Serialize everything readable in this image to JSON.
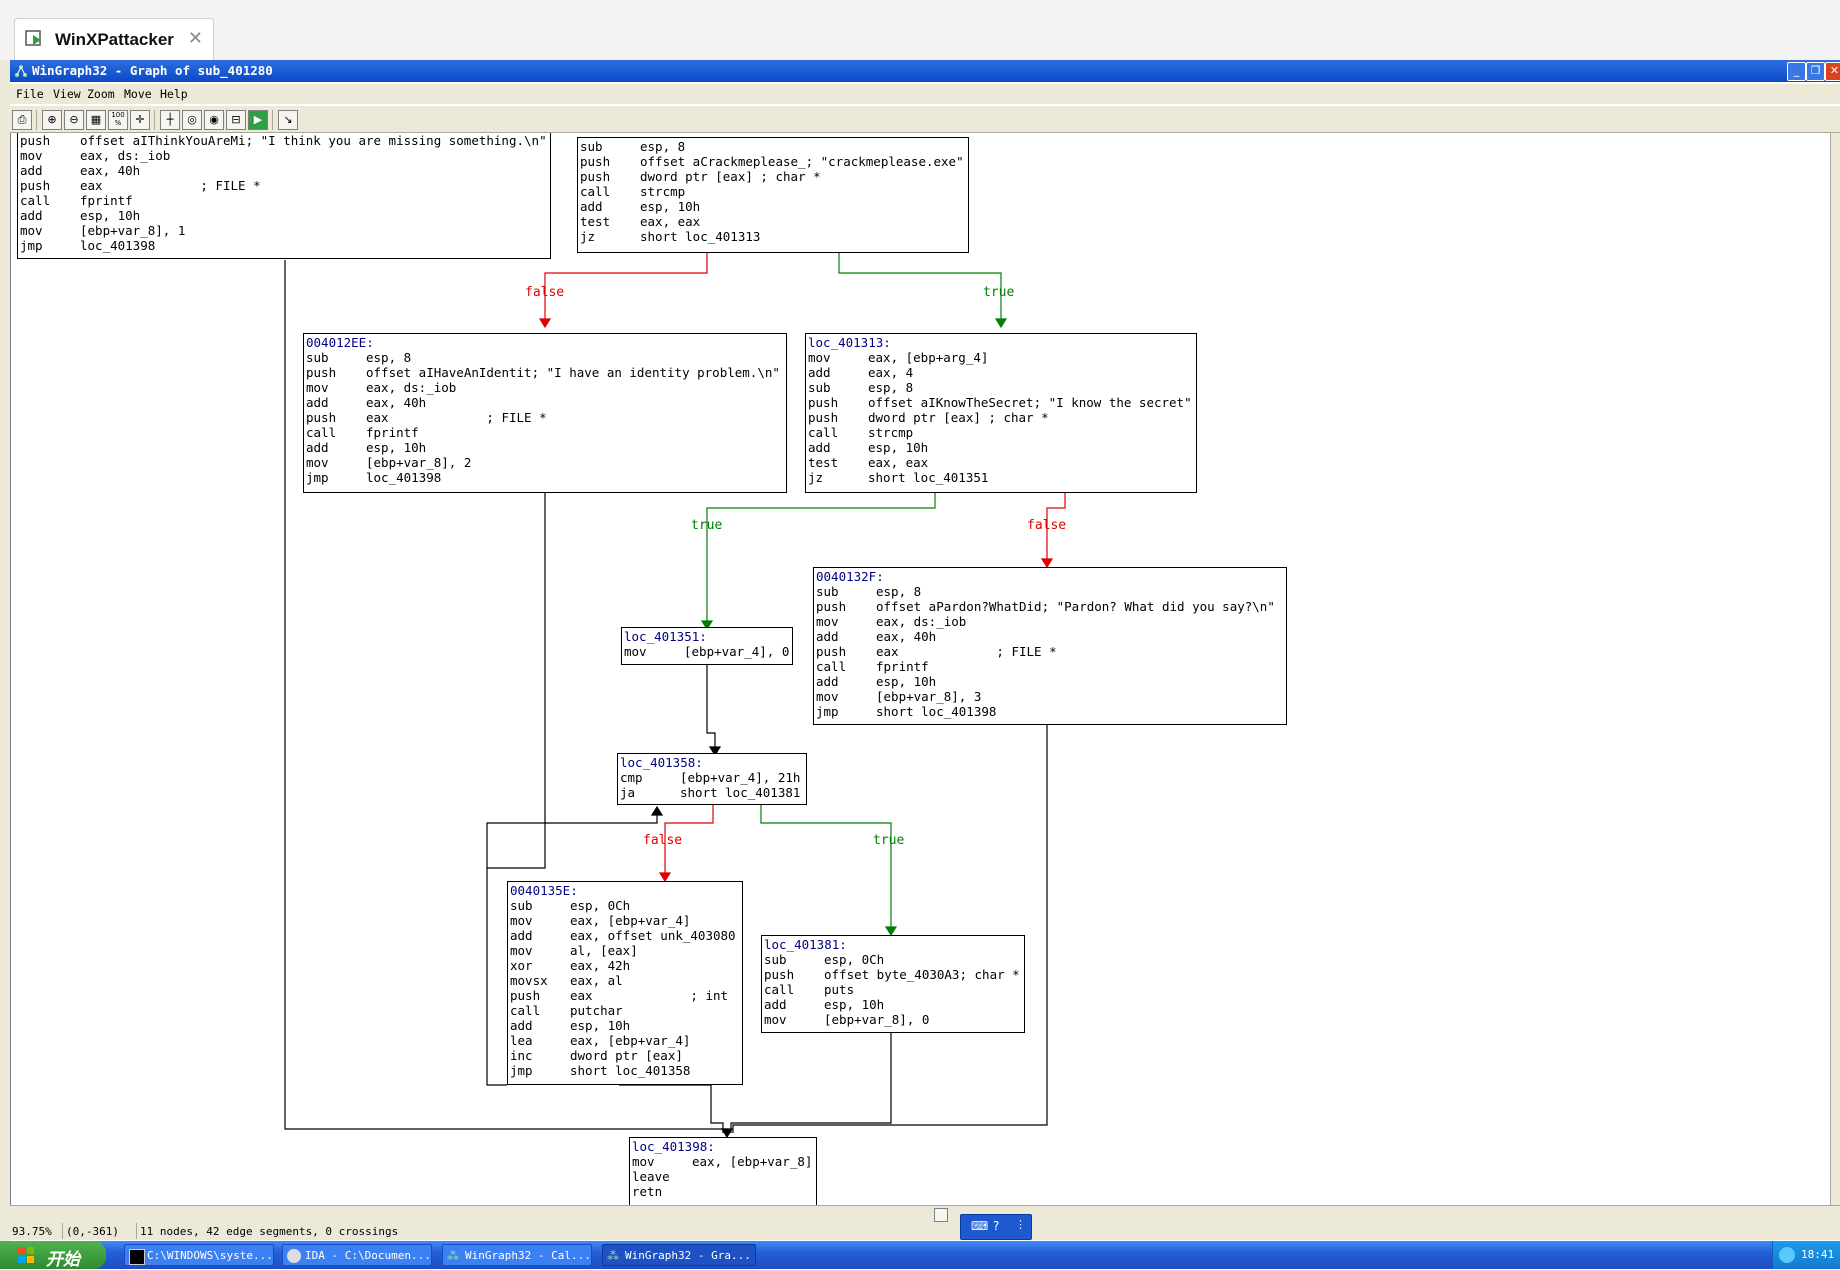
{
  "host": {
    "tab_title": "WinXPattacker",
    "tab_close": "✕"
  },
  "window": {
    "title": "WinGraph32 - Graph of sub_401280"
  },
  "menu": [
    "File",
    "View",
    "Zoom",
    "Move",
    "Help"
  ],
  "toolbar": {
    "zoom_100": "100",
    "zoom_pct": "%"
  },
  "colors": {
    "true_edge": "#008000",
    "false_edge": "#ff0000",
    "label": "#000080",
    "titlebar": "#0a48c8"
  },
  "nodes": [
    {
      "id": "n_topleft",
      "label": "",
      "lines": [
        [
          "push",
          "offset aIThinkYouAreMi; \"I think you are missing something.\\n\""
        ],
        [
          "mov",
          "eax, ds:_iob"
        ],
        [
          "add",
          "eax, 40h"
        ],
        [
          "push",
          "eax             ; FILE *"
        ],
        [
          "call",
          "fprintf"
        ],
        [
          "add",
          "esp, 10h"
        ],
        [
          "mov",
          "[ebp+var_8], 1"
        ],
        [
          "jmp",
          "loc_401398"
        ]
      ]
    },
    {
      "id": "n_top",
      "label": "",
      "lines": [
        [
          "sub",
          "esp, 8"
        ],
        [
          "push",
          "offset aCrackmeplease_; \"crackmeplease.exe\""
        ],
        [
          "push",
          "dword ptr [eax] ; char *"
        ],
        [
          "call",
          "strcmp"
        ],
        [
          "add",
          "esp, 10h"
        ],
        [
          "test",
          "eax, eax"
        ],
        [
          "jz",
          "short loc_401313"
        ]
      ]
    },
    {
      "id": "n_4012ee",
      "label": "004012EE:",
      "lines": [
        [
          "sub",
          "esp, 8"
        ],
        [
          "push",
          "offset aIHaveAnIdentit; \"I have an identity problem.\\n\""
        ],
        [
          "mov",
          "eax, ds:_iob"
        ],
        [
          "add",
          "eax, 40h"
        ],
        [
          "push",
          "eax             ; FILE *"
        ],
        [
          "call",
          "fprintf"
        ],
        [
          "add",
          "esp, 10h"
        ],
        [
          "mov",
          "[ebp+var_8], 2"
        ],
        [
          "jmp",
          "loc_401398"
        ]
      ]
    },
    {
      "id": "n_401313",
      "label": "loc_401313:",
      "lines": [
        [
          "mov",
          "eax, [ebp+arg_4]"
        ],
        [
          "add",
          "eax, 4"
        ],
        [
          "sub",
          "esp, 8"
        ],
        [
          "push",
          "offset aIKnowTheSecret; \"I know the secret\""
        ],
        [
          "push",
          "dword ptr [eax] ; char *"
        ],
        [
          "call",
          "strcmp"
        ],
        [
          "add",
          "esp, 10h"
        ],
        [
          "test",
          "eax, eax"
        ],
        [
          "jz",
          "short loc_401351"
        ]
      ]
    },
    {
      "id": "n_40132f",
      "label": "0040132F:",
      "lines": [
        [
          "sub",
          "esp, 8"
        ],
        [
          "push",
          "offset aPardon?WhatDid; \"Pardon? What did you say?\\n\""
        ],
        [
          "mov",
          "eax, ds:_iob"
        ],
        [
          "add",
          "eax, 40h"
        ],
        [
          "push",
          "eax             ; FILE *"
        ],
        [
          "call",
          "fprintf"
        ],
        [
          "add",
          "esp, 10h"
        ],
        [
          "mov",
          "[ebp+var_8], 3"
        ],
        [
          "jmp",
          "short loc_401398"
        ]
      ]
    },
    {
      "id": "n_401351",
      "label": "loc_401351:",
      "lines": [
        [
          "mov",
          "[ebp+var_4], 0"
        ]
      ]
    },
    {
      "id": "n_401358",
      "label": "loc_401358:",
      "lines": [
        [
          "cmp",
          "[ebp+var_4], 21h"
        ],
        [
          "ja",
          "short loc_401381"
        ]
      ]
    },
    {
      "id": "n_40135e",
      "label": "0040135E:",
      "lines": [
        [
          "sub",
          "esp, 0Ch"
        ],
        [
          "mov",
          "eax, [ebp+var_4]"
        ],
        [
          "add",
          "eax, offset unk_403080"
        ],
        [
          "mov",
          "al, [eax]"
        ],
        [
          "xor",
          "eax, 42h"
        ],
        [
          "movsx",
          "eax, al"
        ],
        [
          "push",
          "eax             ; int"
        ],
        [
          "call",
          "putchar"
        ],
        [
          "add",
          "esp, 10h"
        ],
        [
          "lea",
          "eax, [ebp+var_4]"
        ],
        [
          "inc",
          "dword ptr [eax]"
        ],
        [
          "jmp",
          "short loc_401358"
        ]
      ]
    },
    {
      "id": "n_401381",
      "label": "loc_401381:",
      "lines": [
        [
          "sub",
          "esp, 0Ch"
        ],
        [
          "push",
          "offset byte_4030A3; char *"
        ],
        [
          "call",
          "puts"
        ],
        [
          "add",
          "esp, 10h"
        ],
        [
          "mov",
          "[ebp+var_8], 0"
        ]
      ]
    },
    {
      "id": "n_401398",
      "label": "loc_401398:",
      "lines": [
        [
          "mov",
          "eax, [ebp+var_8]"
        ],
        [
          "leave",
          ""
        ],
        [
          "retn",
          ""
        ]
      ]
    }
  ],
  "edge_labels": {
    "false": "false",
    "true": "true"
  },
  "status": {
    "zoom": "93.75%",
    "coords": "(0,-361)",
    "info": "11 nodes, 42 edge segments, 0 crossings"
  },
  "taskbar": {
    "start": "开始",
    "tasks": [
      "C:\\WINDOWS\\syste...",
      "IDA - C:\\Documen...",
      "WinGraph32 - Cal...",
      "WinGraph32 - Gra..."
    ],
    "clock": "18:41"
  }
}
